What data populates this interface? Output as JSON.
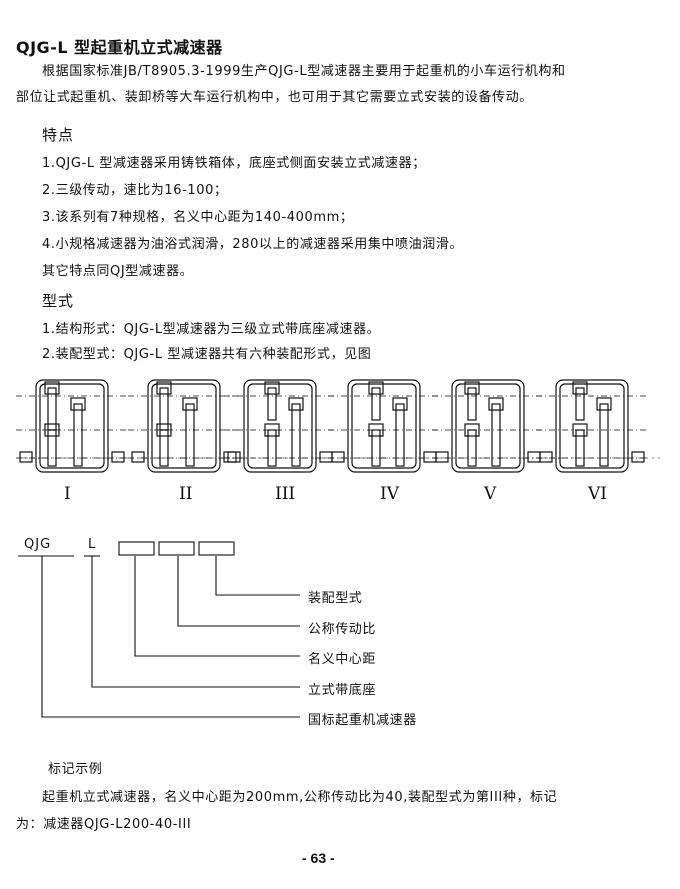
{
  "title": "QJG-L 型起重机立式减速器",
  "intro": {
    "line1": "根据国家标准JB/T8905.3-1999生产QJG-L型减速器主要用于起重机的小车运行机构和",
    "line2": "部位让式起重机、装卸桥等大车运行机构中，也可用于其它需要立式安装的设备传动。"
  },
  "features": {
    "heading": "特点",
    "items": [
      "1.QJG-L 型减速器采用铸铁箱体，底座式侧面安装立式减速器；",
      "2.三级传动，速比为16-100；",
      "3.该系列有7种规格，名义中心距为140-400mm；",
      "4.小规格减速器为油浴式润滑，280以上的减速器采用集中喷油润滑。"
    ],
    "others": "其它特点同QJ型减速器。"
  },
  "types": {
    "heading": "型式",
    "items": [
      "1.结构形式：QJG-L型减速器为三级立式带底座减速器。",
      "2.装配型式：QJG-L 型减速器共有六种装配形式，见图"
    ]
  },
  "assembly_forms": [
    "I",
    "II",
    "III",
    "IV",
    "V",
    "VI"
  ],
  "designation": {
    "code1": "QJG",
    "code2": "L",
    "labels": [
      "装配型式",
      "公称传动比",
      "名义中心距",
      "立式带底座",
      "国标起重机减速器"
    ]
  },
  "example": {
    "heading": "标记示例",
    "line1": "起重机立式减速器，名义中心距为200mm,公称传动比为40,装配型式为第III种，标记",
    "line2": "为：减速器QJG-L200-40-III"
  },
  "page_number": "- 63 -"
}
